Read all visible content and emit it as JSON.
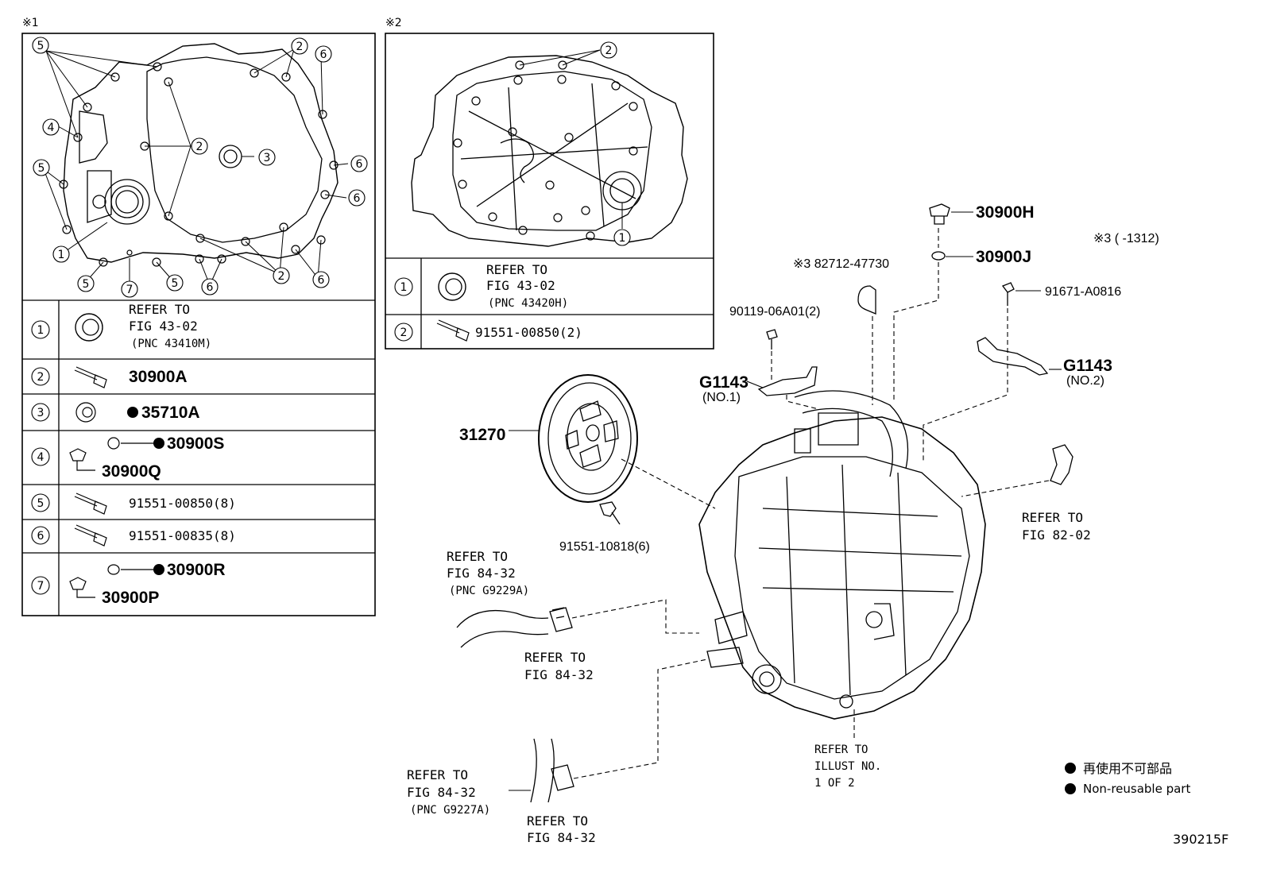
{
  "markers": {
    "m1": "※1",
    "m2": "※2",
    "m3_parts": "※3 82712-47730",
    "m3_note": "※3 (      -1312)"
  },
  "table1": {
    "rows": [
      {
        "no": "1",
        "refer": "REFER TO",
        "fig": "FIG 43-02",
        "pnc": "(PNC 43410M)"
      },
      {
        "no": "2",
        "part": "30900A"
      },
      {
        "no": "3",
        "part": "35710A"
      },
      {
        "no": "4",
        "part_a": "30900S",
        "part_b": "30900Q"
      },
      {
        "no": "5",
        "part": "91551-00850(8)"
      },
      {
        "no": "6",
        "part": "91551-00835(8)"
      },
      {
        "no": "7",
        "part_a": "30900R",
        "part_b": "30900P"
      }
    ]
  },
  "table2": {
    "rows": [
      {
        "no": "1",
        "refer": "REFER TO",
        "fig": "FIG 43-02",
        "pnc": "(PNC 43420H)"
      },
      {
        "no": "2",
        "part": "91551-00850(2)"
      }
    ]
  },
  "diagram1_callouts": [
    "5",
    "2",
    "6",
    "4",
    "2",
    "3",
    "6",
    "5",
    "6",
    "1",
    "5",
    "7",
    "5",
    "6",
    "2",
    "6"
  ],
  "diagram2_callouts": [
    "2",
    "1"
  ],
  "parts": {
    "p30900H": "30900H",
    "p30900J": "30900J",
    "p91671": "91671-A0816",
    "p90119": "90119-06A01(2)",
    "g1143_1": "G1143",
    "g1143_1_sub": "(NO.1)",
    "g1143_2": "G1143",
    "g1143_2_sub": "(NO.2)",
    "p31270": "31270",
    "p91551_10818": "91551-10818(6)"
  },
  "refs": {
    "r8202": {
      "a": "REFER TO",
      "b": "FIG 82-02"
    },
    "r8432_top": {
      "a": "REFER TO",
      "b": "FIG 84-32",
      "c": "(PNC G9229A)"
    },
    "r8432_mid": {
      "a": "REFER TO",
      "b": "FIG 84-32"
    },
    "r8432_bot": {
      "a": "REFER TO",
      "b": "FIG 84-32",
      "c": "(PNC G9227A)"
    },
    "r8432_low": {
      "a": "REFER TO",
      "b": "FIG 84-32"
    },
    "rillust": {
      "a": "REFER TO",
      "b": "ILLUST NO.",
      "c": "1 OF 2"
    }
  },
  "legend": {
    "jp": "再使用不可部品",
    "en": "Non-reusable part"
  },
  "figure_id": "390215F"
}
